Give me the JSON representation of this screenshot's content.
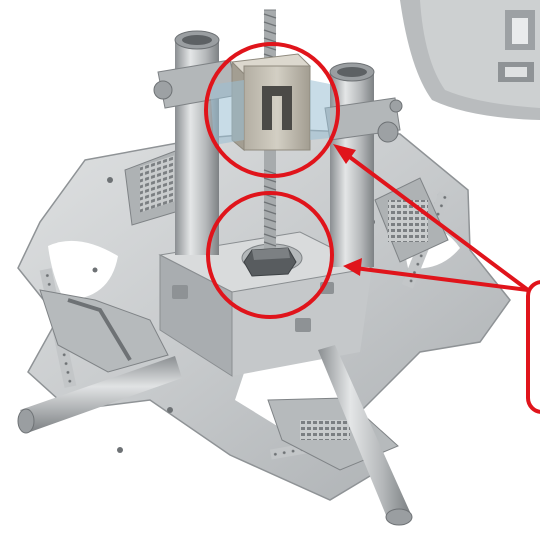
{
  "image": {
    "subject": "metal-electrical-box-bracket-assembly",
    "highlights": [
      {
        "name": "threaded-rod-clamp-block"
      },
      {
        "name": "rod-nut-at-box-base"
      }
    ],
    "callout_box": {
      "text": ""
    },
    "colors": {
      "annotation_red": "#e0141b",
      "metal_light": "#d8dadb",
      "metal_mid": "#b9bcbe",
      "metal_dark": "#8e9295",
      "background": "#ffffff"
    }
  }
}
